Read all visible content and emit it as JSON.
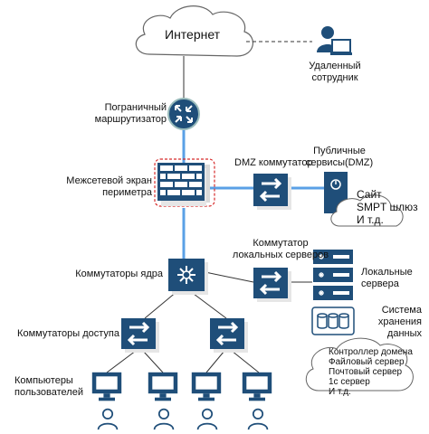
{
  "internet": {
    "label": "Интернет"
  },
  "remote": {
    "line1": "Удаленный",
    "line2": "сотрудник"
  },
  "edge_router": {
    "line1": "Пограничный",
    "line2": "маршрутизатор"
  },
  "firewall": {
    "line1": "Межсетевой экран",
    "line2": "периметра"
  },
  "dmz_switch": {
    "label": "DMZ коммутатор"
  },
  "public_services": {
    "line1": "Публичные",
    "line2": "сервисы(DMZ)"
  },
  "site_cloud": {
    "line1": "Сайт",
    "line2": "SMPT шлюз",
    "line3": "И т.д."
  },
  "local_switch": {
    "line1": "Коммутатор",
    "line2": "локальных серверов"
  },
  "core": {
    "label": "Коммутаторы ядра"
  },
  "local_servers": {
    "line1": "Локальные",
    "line2": "сервера"
  },
  "storage": {
    "line1": "Система",
    "line2": "хранения",
    "line3": "данных"
  },
  "access": {
    "label": "Коммутаторы доступа"
  },
  "servers_cloud": {
    "line1": "Контроллер домена",
    "line2": "Файловый сервер",
    "line3": "Почтовый сервер",
    "line4": "1с сервер",
    "line5": "И т.д."
  },
  "users": {
    "line1": "Компьютеры",
    "line2": "пользователей"
  },
  "colors": {
    "node": "#1f4e79",
    "link": "#5aa0e6",
    "firewall_border": "#d62b2b"
  }
}
